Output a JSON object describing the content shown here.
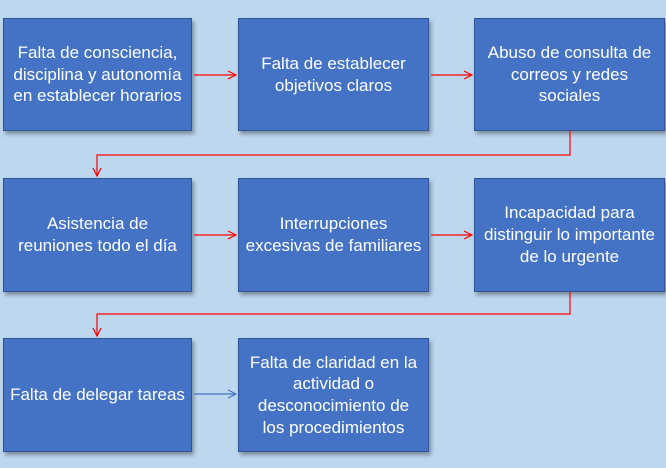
{
  "colors": {
    "background": "#bdd7ee",
    "box_fill": "#4472c4",
    "box_text": "#ffffff",
    "arrow_red": "#ff0000",
    "arrow_blue": "#4472c4"
  },
  "boxes": [
    {
      "id": "b1",
      "label": "Falta de consciencia, disciplina y autonomía en establecer horarios"
    },
    {
      "id": "b2",
      "label": "Falta de establecer objetivos claros"
    },
    {
      "id": "b3",
      "label": "Abuso de consulta de correos y redes sociales"
    },
    {
      "id": "b4",
      "label": "Asistencia de reuniones todo el día"
    },
    {
      "id": "b5",
      "label": "Interrupciones excesivas de familiares"
    },
    {
      "id": "b6",
      "label": "Incapacidad para distinguir lo importante de lo urgente"
    },
    {
      "id": "b7",
      "label": "Falta de delegar tareas"
    },
    {
      "id": "b8",
      "label": "Falta de claridad en la actividad o desconocimiento de los procedimientos"
    }
  ]
}
